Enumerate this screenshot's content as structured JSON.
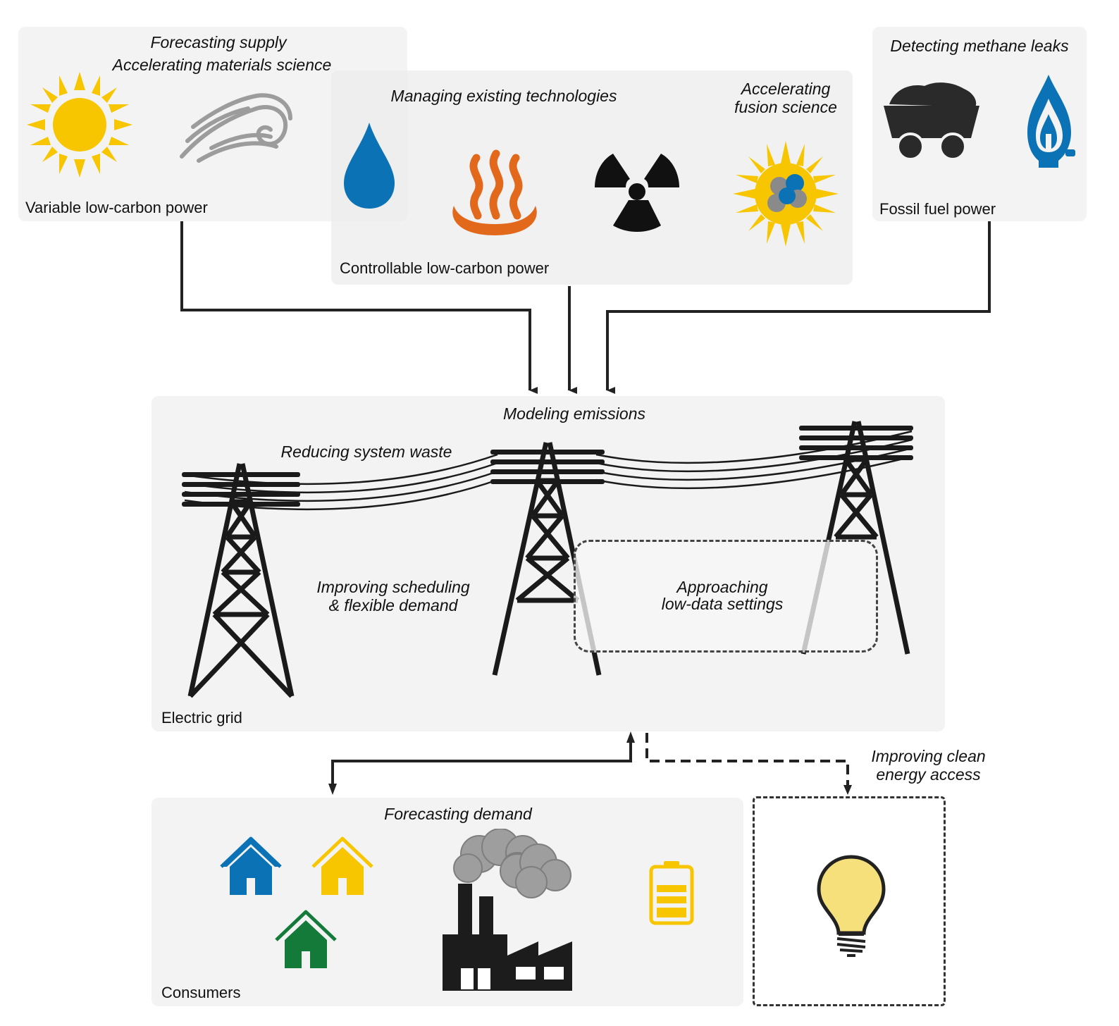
{
  "variable": {
    "title": "Variable low-carbon power",
    "task_1": "Forecasting supply",
    "task_2": "Accelerating materials science"
  },
  "controllable": {
    "title": "Controllable low-carbon power",
    "task_1": "Managing existing technologies",
    "task_2_line1": "Accelerating",
    "task_2_line2": "fusion science"
  },
  "fossil": {
    "title": "Fossil fuel power",
    "task": "Detecting methane leaks"
  },
  "grid": {
    "title": "Electric grid",
    "task_emissions": "Modeling emissions",
    "task_waste": "Reducing system waste",
    "task_sched_line1": "Improving scheduling",
    "task_sched_line2": "& flexible demand",
    "task_lowdata_line1": "Approaching",
    "task_lowdata_line2": "low-data settings"
  },
  "consumers": {
    "title": "Consumers",
    "task": "Forecasting demand"
  },
  "access": {
    "line1": "Improving clean",
    "line2": "energy access"
  },
  "colors": {
    "solar_yellow": "#f7c600",
    "hydro_blue": "#0b72b5",
    "geothermal_orange": "#e2691c",
    "house_green": "#137a3a",
    "bulb_yellow": "#f6e07c",
    "panel_gray": "#f3f3f3"
  }
}
